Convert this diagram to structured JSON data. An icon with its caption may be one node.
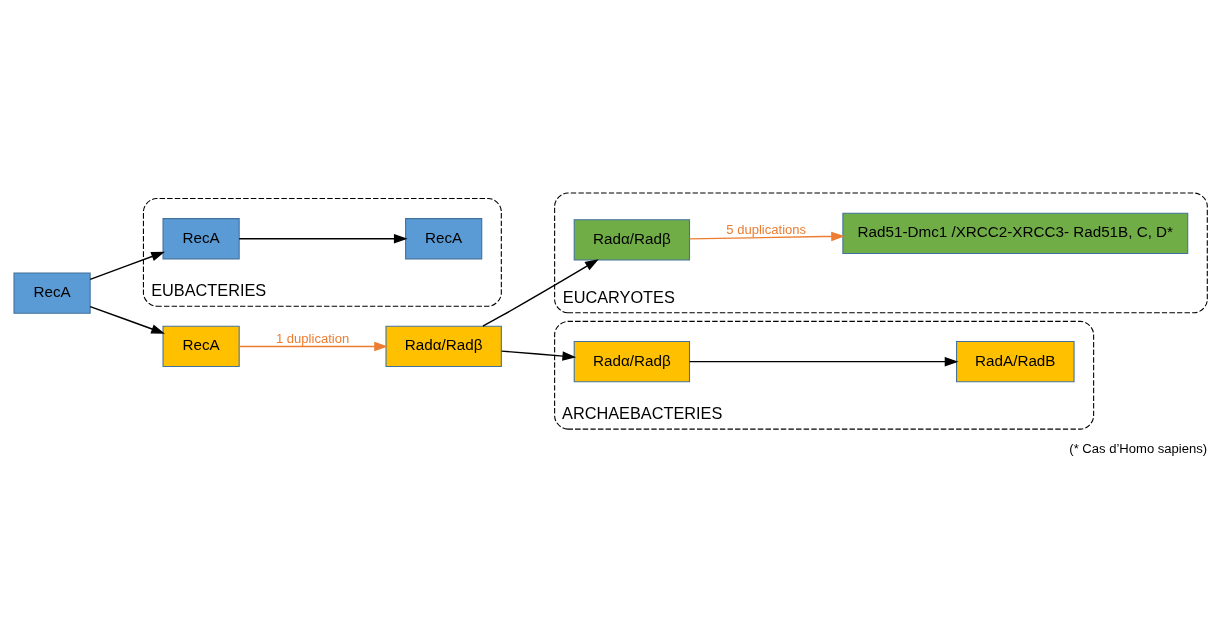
{
  "diagram": {
    "caption": "(* Cas d’Homo sapiens)",
    "nodes": [
      {
        "text": [
          "EUBACTERIES"
        ]
      },
      {
        "text": [
          "RecA"
        ],
        "in": 0
      },
      {
        "text": [
          "RecA"
        ],
        "in": 0
      },
      {
        "text": [
          "RecA"
        ]
      },
      {
        "text": [
          "EUCARYOTES"
        ]
      },
      {
        "text": [
          "Radα/Radβ"
        ],
        "in": 4
      },
      {
        "text": [
          "Rad51-Dmc1 /XRCC2-XRCC3- Rad51B, C, D*"
        ],
        "in": 4
      },
      {
        "text": [
          "RecA"
        ]
      },
      {
        "text": [
          "Radα/Radβ"
        ]
      },
      {
        "text": [
          "ARCHAEBACTERIES"
        ]
      },
      {
        "text": [
          "Radα/Radβ"
        ],
        "in": 9
      },
      {
        "text": [
          "RadA/RadB"
        ],
        "in": 9
      }
    ],
    "edges": [
      {
        "from": 3,
        "to": 1,
        "arrow": "to"
      },
      {
        "from": 1,
        "to": 2,
        "arrow": "to"
      },
      {
        "from": 3,
        "to": 7,
        "arrow": "to"
      },
      {
        "from": 7,
        "to": 8,
        "arrow": "to",
        "label": "1 duplication",
        "color": "#ed7d31"
      },
      {
        "from": 8,
        "to": 5,
        "arrow": "to"
      },
      {
        "from": 5,
        "to": 6,
        "arrow": "to",
        "label": "5 duplications",
        "color": "#ed7d31"
      },
      {
        "from": 8,
        "to": 10,
        "arrow": "to"
      },
      {
        "from": 10,
        "to": 11,
        "arrow": "to"
      }
    ]
  }
}
